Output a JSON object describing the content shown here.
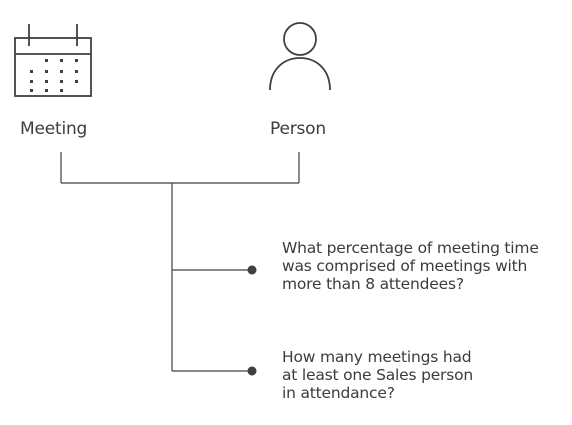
{
  "entities": [
    {
      "label": "Meeting",
      "icon": "calendar-icon"
    },
    {
      "label": "Person",
      "icon": "person-icon"
    }
  ],
  "questions": [
    {
      "text": "What percentage of meeting time was comprised of meetings with more than 8 attendees?"
    },
    {
      "text": "How many meetings had at least one Sales person in attendance?"
    }
  ],
  "colors": {
    "stroke": "#404040",
    "text": "#3c3c3c"
  }
}
